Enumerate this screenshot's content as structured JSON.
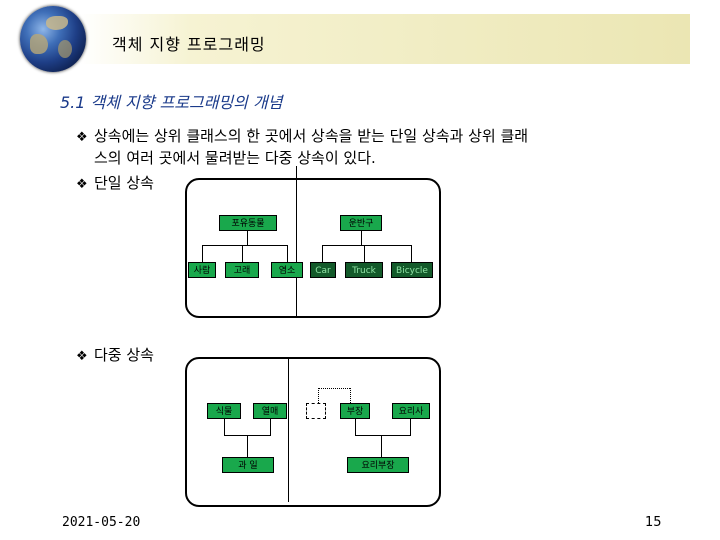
{
  "header": {
    "title": "객체 지향 프로그래밍"
  },
  "section": {
    "title": "5.1 객체 지향 프로그래밍의 개념"
  },
  "bullets": {
    "inheritance_line1": "상속에는 상위 클래스의 한 곳에서 상속을 받는 단일 상속과 상위 클래",
    "inheritance_line2": "스의 여러 곳에서 물려받는 다중 상속이 있다.",
    "single": "단일 상속",
    "multiple": "다중 상속"
  },
  "single_diagram": {
    "left_parent": "포유동물",
    "left_children": [
      "사람",
      "고래",
      "염소"
    ],
    "right_parent": "운반구",
    "right_children": [
      "Car",
      "Truck",
      "Bicycle"
    ]
  },
  "multiple_diagram": {
    "left_parents": [
      "식물",
      "열매"
    ],
    "left_child": "과 일",
    "right_parents": [
      "",
      "부장",
      "요리사"
    ],
    "right_child": "요리부장"
  },
  "footer": {
    "date": "2021-05-20",
    "page": "15"
  },
  "colors": {
    "node_green": "#19a84c",
    "node_dark": "#135a2a",
    "title_blue": "#1a3a8a"
  }
}
